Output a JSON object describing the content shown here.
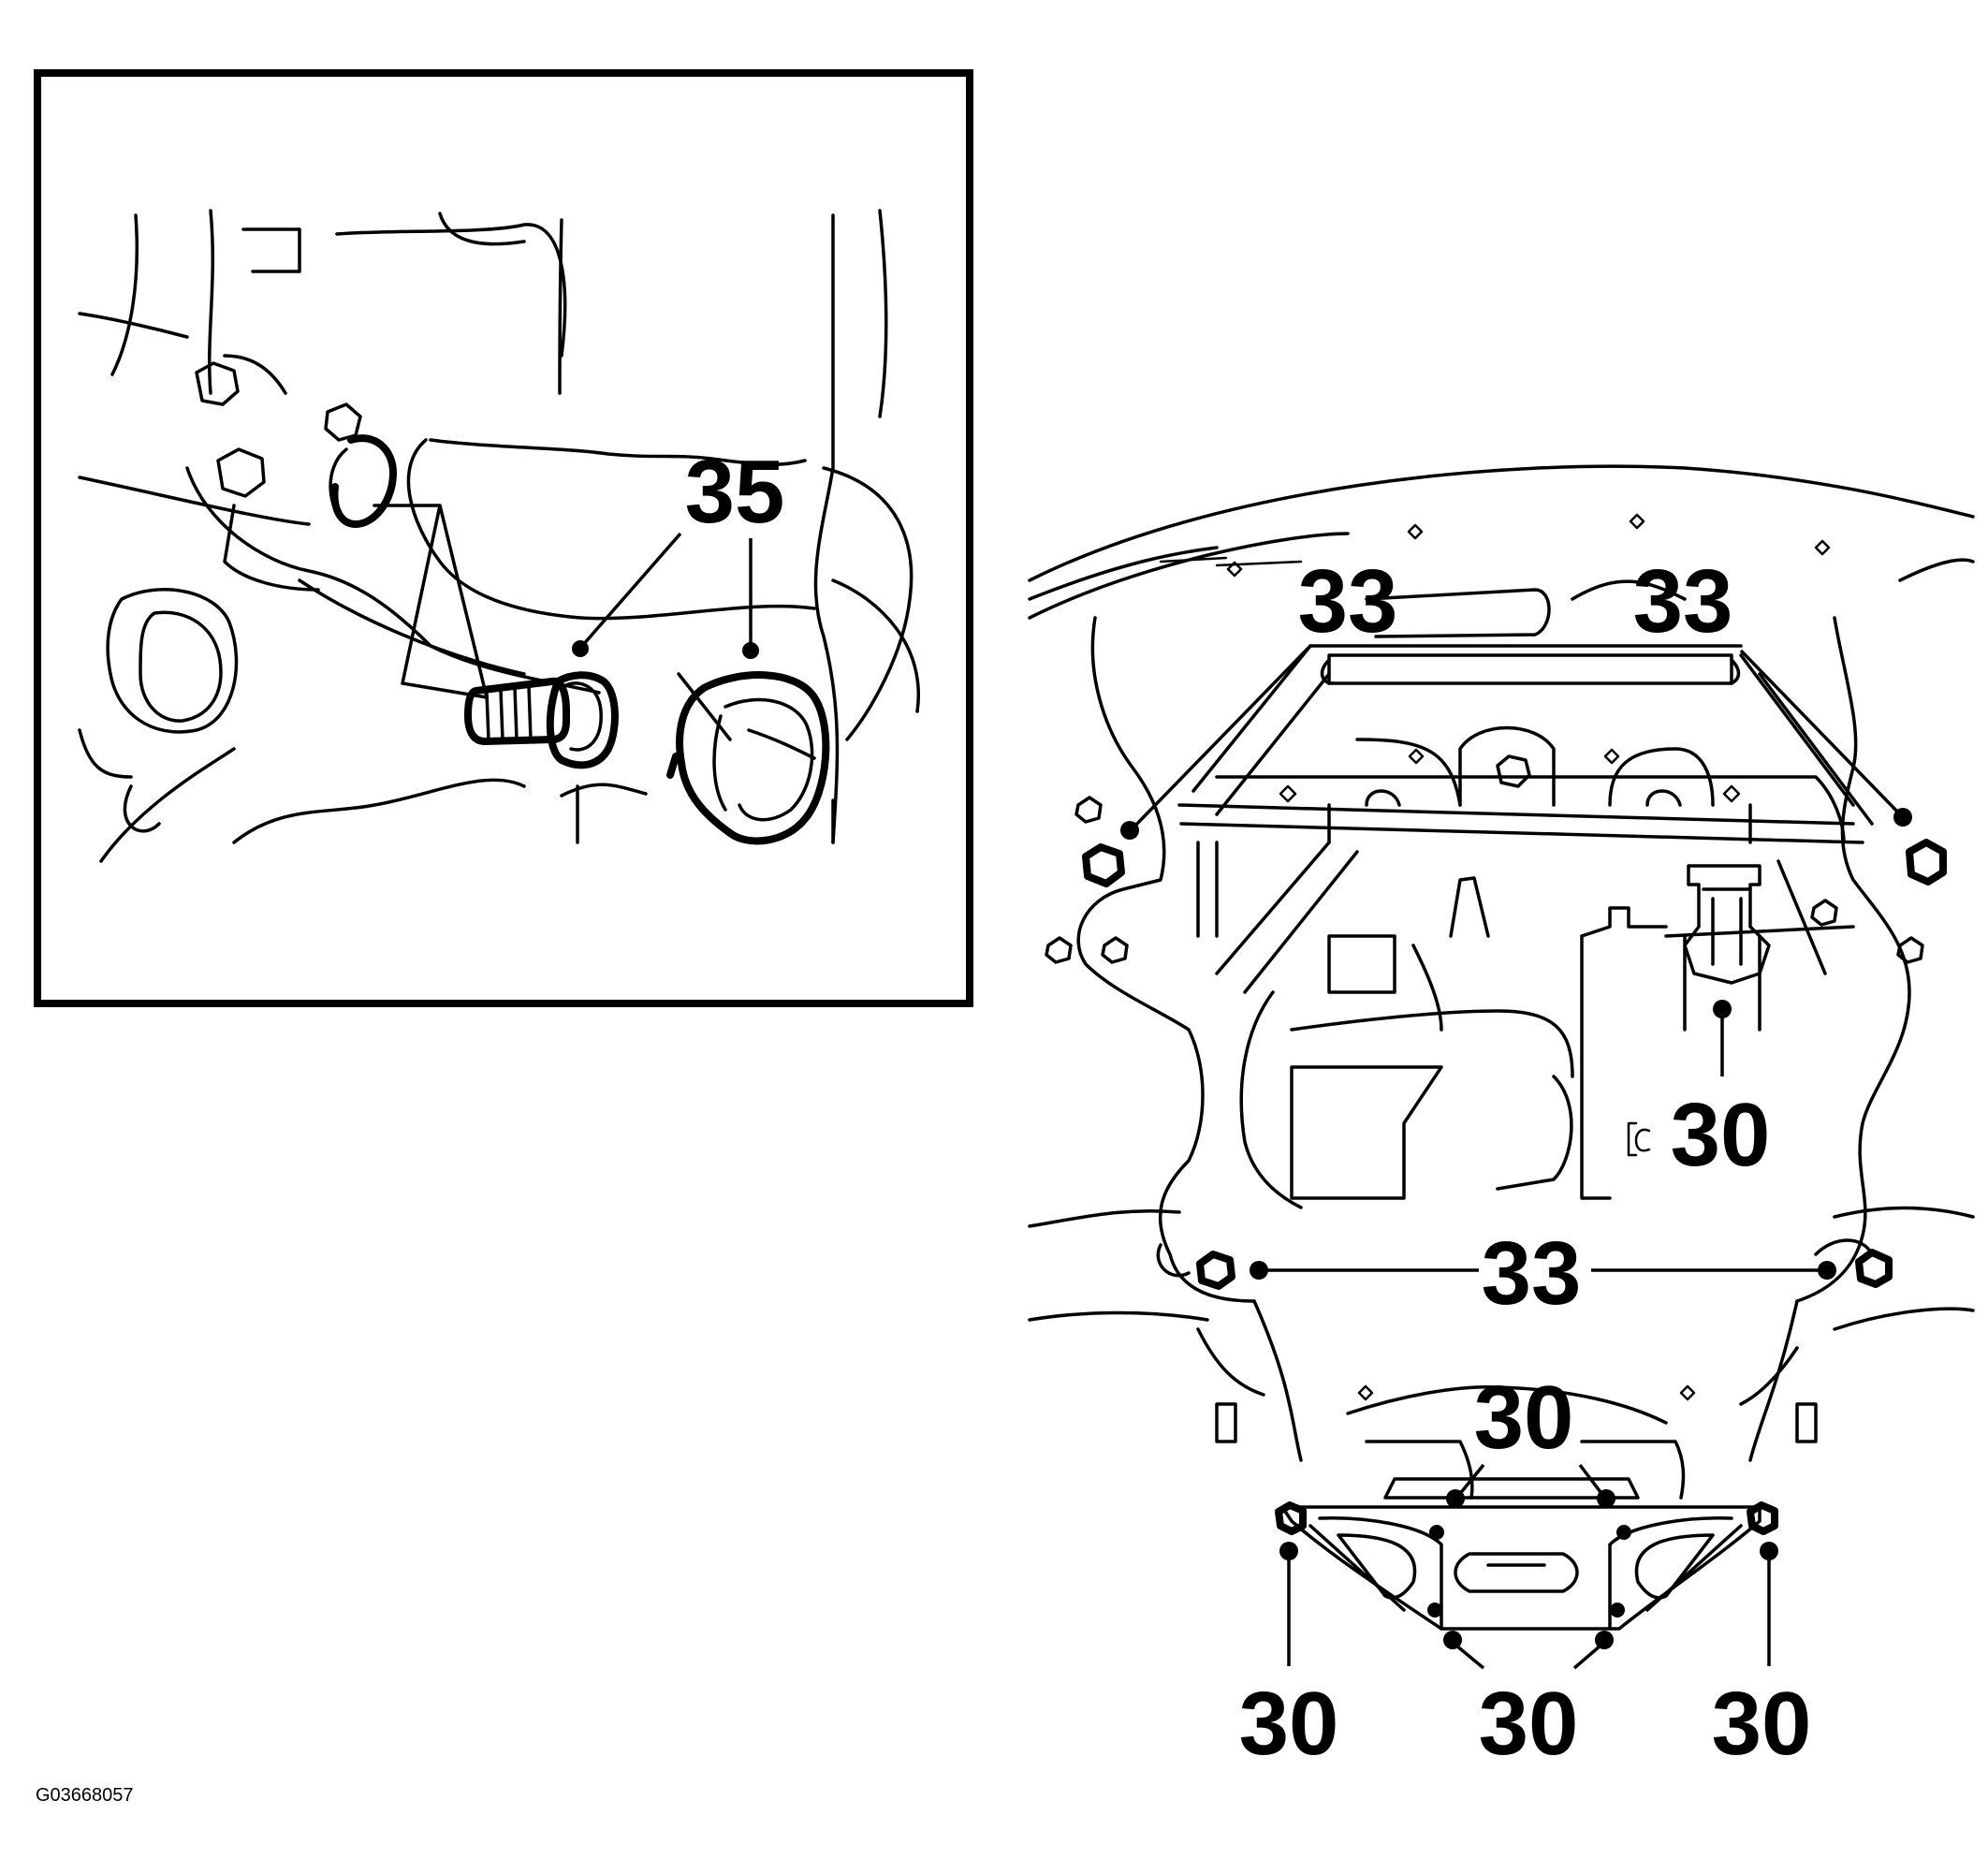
{
  "figure_id": "G03668057",
  "inset": {
    "callouts": [
      {
        "id": "inset-35",
        "label": "35"
      }
    ]
  },
  "main": {
    "callouts": [
      {
        "id": "top-left-33",
        "label": "33"
      },
      {
        "id": "top-right-33",
        "label": "33"
      },
      {
        "id": "mid-30",
        "label": "30"
      },
      {
        "id": "middle-33",
        "label": "33"
      },
      {
        "id": "lower-30",
        "label": "30"
      },
      {
        "id": "bottom-left-30",
        "label": "30"
      },
      {
        "id": "bottom-center-30",
        "label": "30"
      },
      {
        "id": "bottom-right-30",
        "label": "30"
      }
    ]
  },
  "colors": {
    "line": "#000000",
    "background": "#ffffff"
  }
}
